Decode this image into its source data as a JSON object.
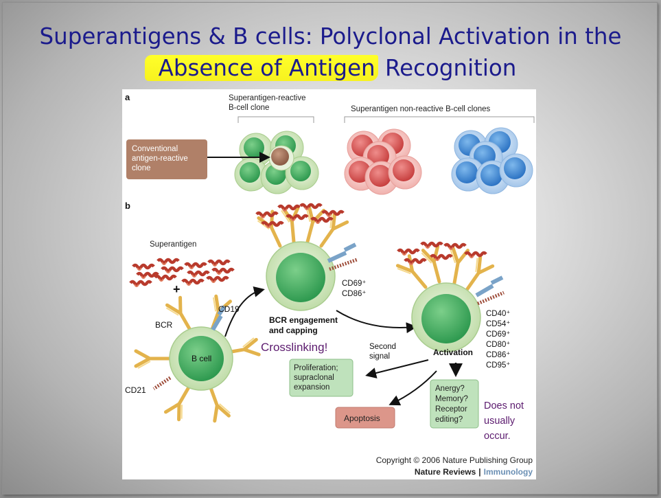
{
  "slide": {
    "title_line1": "Superantigens & B cells: Polyclonal Activation in the",
    "title_highlight": "Absence of Antigen",
    "title_rest": "Recognition",
    "highlight_color": "#ffff2a",
    "title_color": "#1b1b8c"
  },
  "figure": {
    "panel_a": {
      "label": "a",
      "reactive_clone_label_1": "Superantigen-reactive",
      "reactive_clone_label_2": "B-cell clone",
      "nonreactive_label": "Superantigen non-reactive B-cell clones",
      "conventional_1": "Conventional",
      "conventional_2": "antigen-reactive",
      "conventional_3": "clone"
    },
    "panel_b": {
      "label": "b",
      "superantigen": "Superantigen",
      "plus": "+",
      "bcr": "BCR",
      "cd19": "CD19",
      "cd21": "CD21",
      "b_cell": "B cell",
      "cd69": "CD69⁺",
      "cd86": "CD86⁺",
      "bcr_engagement_1": "BCR engagement",
      "bcr_engagement_2": "and capping",
      "crosslinking": "Crosslinking!",
      "second_signal_1": "Second",
      "second_signal_2": "signal",
      "activation": "Activation",
      "markers": [
        "CD40⁺",
        "CD54⁺",
        "CD69⁺",
        "CD80⁺",
        "CD86⁺",
        "CD95⁺"
      ],
      "proliferation": [
        "Proliferation;",
        "supraclonal",
        "expansion"
      ],
      "outcomes": [
        "Anergy?",
        "Memory?",
        "Receptor",
        "editing?"
      ],
      "apoptosis": "Apoptosis",
      "does_not_occur": [
        "Does not",
        "usually",
        "occur."
      ]
    },
    "copyright": "Copyright © 2006 Nature Publishing Group",
    "journal": "Nature Reviews",
    "journal_sep": "|",
    "journal_section": "Immunology"
  }
}
